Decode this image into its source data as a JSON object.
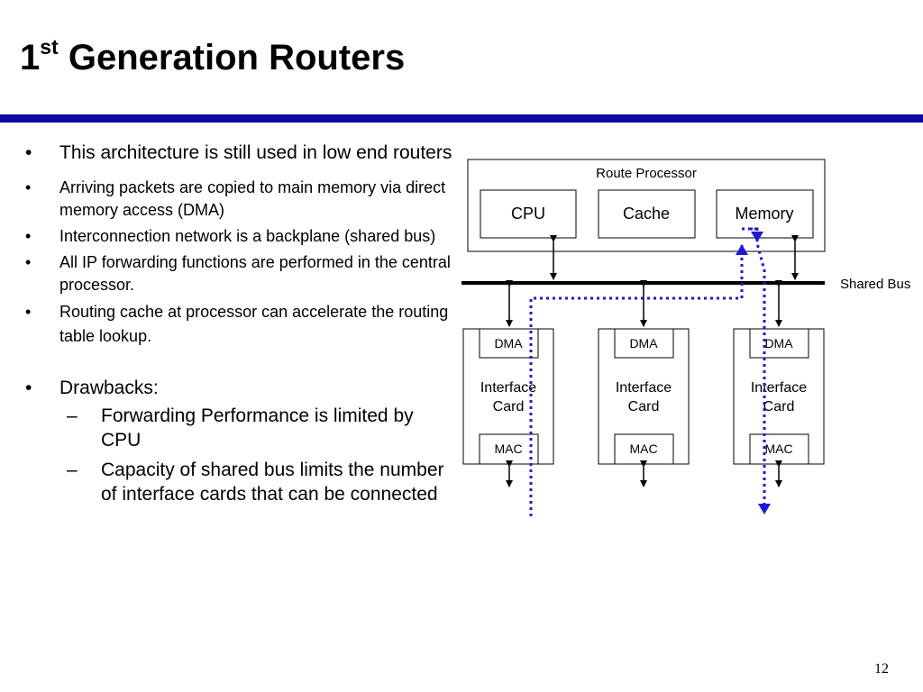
{
  "title": {
    "number": "1",
    "superscript": "st",
    "text": "Generation Routers"
  },
  "bullets": [
    "This architecture is still used in low end routers",
    "Arriving packets are copied to main memory via direct memory access (DMA)",
    "Interconnection network is a backplane (shared bus)",
    "All IP forwarding functions are performed in the central processor.",
    "Routing cache at processor can accelerate the routing table lookup."
  ],
  "drawbacks": {
    "label": "Drawbacks:",
    "items": [
      "Forwarding Performance is limited by CPU",
      "Capacity of shared bus limits the number of interface cards that can be connected"
    ]
  },
  "bullet_symbol": "•",
  "dash_symbol": "–",
  "diagram": {
    "route_processor": "Route Processor",
    "cpu": "CPU",
    "cache": "Cache",
    "memory": "Memory",
    "shared_bus": "Shared Bus",
    "dma": "DMA",
    "mac": "MAC",
    "interface_line1": "Interface",
    "interface_line2": "Card",
    "packet_path_color": "#1a1adf"
  },
  "page_number": "12"
}
